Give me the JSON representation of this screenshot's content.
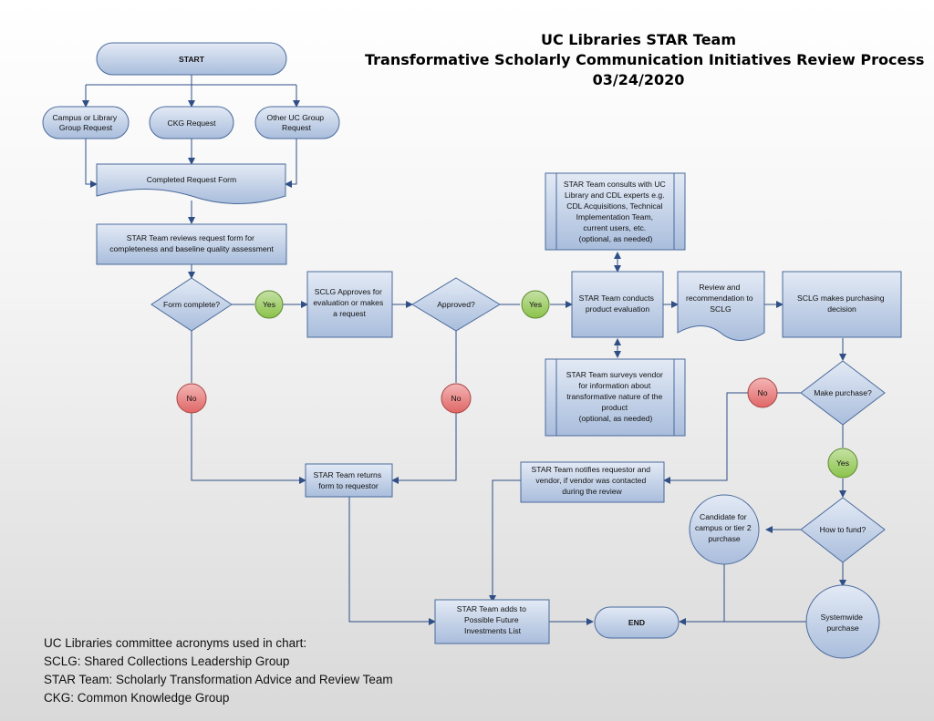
{
  "title": {
    "line1": "UC Libraries STAR Team",
    "line2": "Transformative Scholarly Communication Initiatives Review Process",
    "line3": "03/24/2020"
  },
  "colors": {
    "fill_top": "#e3eaf5",
    "fill_bottom": "#a9bddc",
    "stroke": "#4a6a9c",
    "arrow": "#2f4f86",
    "yes": "#9ccc65",
    "no": "#e57373"
  },
  "nodes": {
    "start": "START",
    "campus_request": "Campus or Library Group Request",
    "ckg_request": "CKG Request",
    "other_request": "Other UC Group Request",
    "request_form": "Completed Request Form",
    "review_form": "STAR Team reviews request form for completeness and baseline quality assessment",
    "form_complete": "Form complete?",
    "yes1": "Yes",
    "sclg_approves": "SCLG Approves for evaluation or makes a request",
    "approved": "Approved?",
    "yes2": "Yes",
    "consults": "STAR Team consults with UC Library and CDL experts e.g. CDL Acquisitions, Technical Implementation Team, current users, etc. (optional, as needed)",
    "product_eval": "STAR Team conducts product evaluation",
    "surveys_vendor": "STAR Team surveys vendor for information about transformative nature of the product (optional, as needed)",
    "recommendation": "Review and recommendation to SCLG",
    "purchasing_decision": "SCLG makes purchasing decision",
    "no1": "No",
    "no2": "No",
    "no3": "No",
    "make_purchase": "Make purchase?",
    "returns_form": "STAR Team returns form to requestor",
    "notifies": "STAR Team notifies requestor and vendor, if vendor was contacted during the review",
    "yes3": "Yes",
    "candidate": "Candidate for campus or tier 2 purchase",
    "how_to_fund": "How to fund?",
    "adds_list": "STAR Team adds to Possible Future Investments List",
    "end": "END",
    "systemwide": "Systemwide purchase"
  },
  "legend": {
    "heading": "UC Libraries committee acronyms used in chart:",
    "sclg": "SCLG: Shared Collections Leadership Group",
    "star": "STAR Team: Scholarly Transformation Advice and Review Team",
    "ckg": "CKG: Common Knowledge Group"
  }
}
